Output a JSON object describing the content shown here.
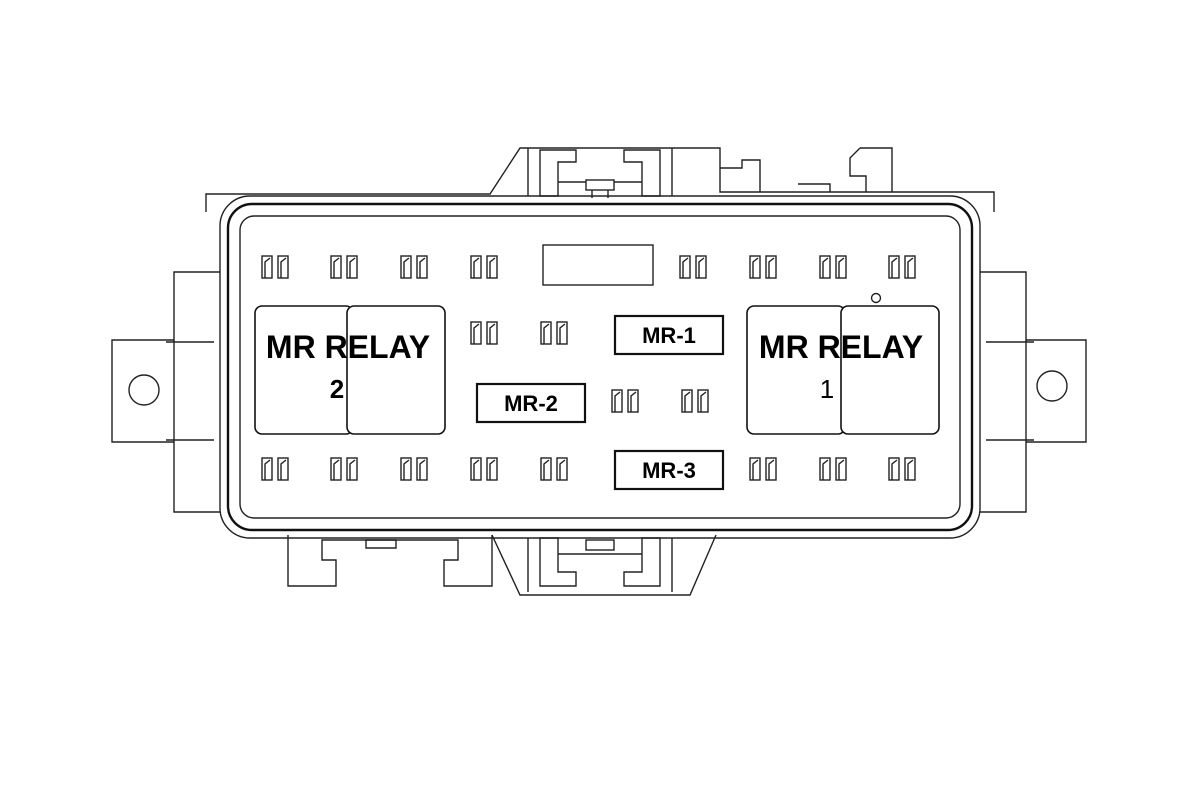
{
  "relays": {
    "left": {
      "title": "MR RELAY",
      "number": "2"
    },
    "right": {
      "title": "MR RELAY",
      "number": "1"
    }
  },
  "fuse_labels": {
    "mr1": "MR-1",
    "mr2": "MR-2",
    "mr3": "MR-3"
  },
  "colors": {
    "line": "#222222",
    "background": "#ffffff"
  }
}
